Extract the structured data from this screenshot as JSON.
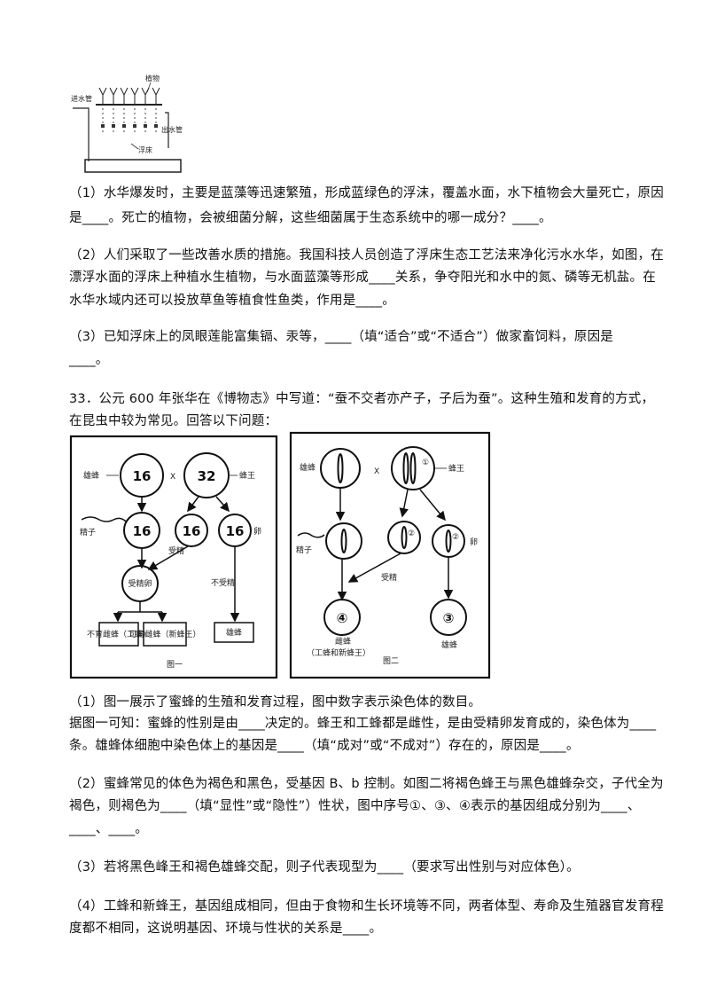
{
  "fig_pond": {
    "plant_label": "植物",
    "inlet_label": "进水管",
    "outlet_label": "出水管",
    "float_label": "浮床"
  },
  "q32": {
    "p1_l1": "（1）水华爆发时，主要是蓝藻等迅速繁殖，形成蓝绿色的浮沫，覆盖水面，水下植物会大量死亡，原因",
    "p1_l2": "是____。死亡的植物，会被细菌分解，这些细菌属于生态系统中的哪一成分？____。",
    "p2_l1": "（2）人们采取了一些改善水质的措施。我国科技人员创造了浮床生态工艺法来净化污水水华，如图，在",
    "p2_l2": "漂浮水面的浮床上种植水生植物，与水面蓝藻等形成____关系，争夺阳光和水中的氮、磷等无机盐。在",
    "p2_l3": "水华水域内还可以投放草鱼等植食性鱼类，作用是____。",
    "p3_l1": "（3）已知浮床上的凤眼莲能富集镉、汞等，____（填“适合”或“不适合”）做家畜饲料，原因是",
    "p3_l2": "____。"
  },
  "q33": {
    "intro_l1": "33．公元 600 年张华在《博物志》中写道：“蚕不交者亦产子，子后为蚕”。这种生殖和发育的方式，",
    "intro_l2": "在昆虫中较为常见。回答以下问题：",
    "p1_l1": "（1）图一展示了蜜蜂的生殖和发育过程，图中数字表示染色体的数目。",
    "p1_l2": "据图一可知：蜜蜂的性别是由____决定的。蜂王和工蜂都是雌性，是由受精卵发育成的，染色体为____",
    "p1_l3": "条。雄蜂体细胞中染色体上的基因是____（填“成对”或“不成对”）存在的，原因是____。",
    "p2_l1": "（2）蜜蜂常见的体色为褐色和黑色，受基因 B、b 控制。如图二将褐色蜂王与黑色雄蜂杂交，子代全为",
    "p2_l2": "褐色，则褐色为____（填“显性”或“隐性”）性状，图中序号①、③、④表示的基因组成分别为____、",
    "p2_l3": "____、____。",
    "p3_l1": "（3）若将黑色峰王和褐色雄蜂交配，则子代表现型为____（要求写出性别与对应体色）。",
    "p4_l1": "（4）工蜂和新蜂王，基因组成相同，但由于食物和生长环境等不同，两者体型、寿命及生殖器官发育程",
    "p4_l2": "度都不相同，这说明基因、环境与性状的关系是____。"
  },
  "fig1": {
    "male_label": "雄蜂",
    "queen_label": "蜂王",
    "cross": "X",
    "male_num": "16",
    "queen_num": "32",
    "sperm_label": "精子",
    "sperm_num": "16",
    "egg1_num": "16",
    "egg2_num": "16",
    "egg_label": "卵",
    "fertilized_label": "受精",
    "zygote_label": "受精卵",
    "unfertilized_label": "不受精",
    "worker_box": "不育雌蜂（工蜂）",
    "newqueen_box": "可育雌蜂（新蜂王）",
    "drone_box": "雄蜂",
    "caption": "图一"
  },
  "fig2": {
    "male_label": "雄蜂",
    "queen_label": "蜂王",
    "cross": "X",
    "queen_mark": "①",
    "sperm_label": "精子",
    "egg1_mark": "②",
    "egg2_mark": "②",
    "egg_label": "卵",
    "fertilized_label": "受精",
    "offspring1_mark": "④",
    "offspring2_mark": "③",
    "offspring1_label": "雌蜂",
    "offspring1_sub": "（工蜂和新蜂王）",
    "offspring2_label": "雄蜂",
    "caption": "图二"
  }
}
